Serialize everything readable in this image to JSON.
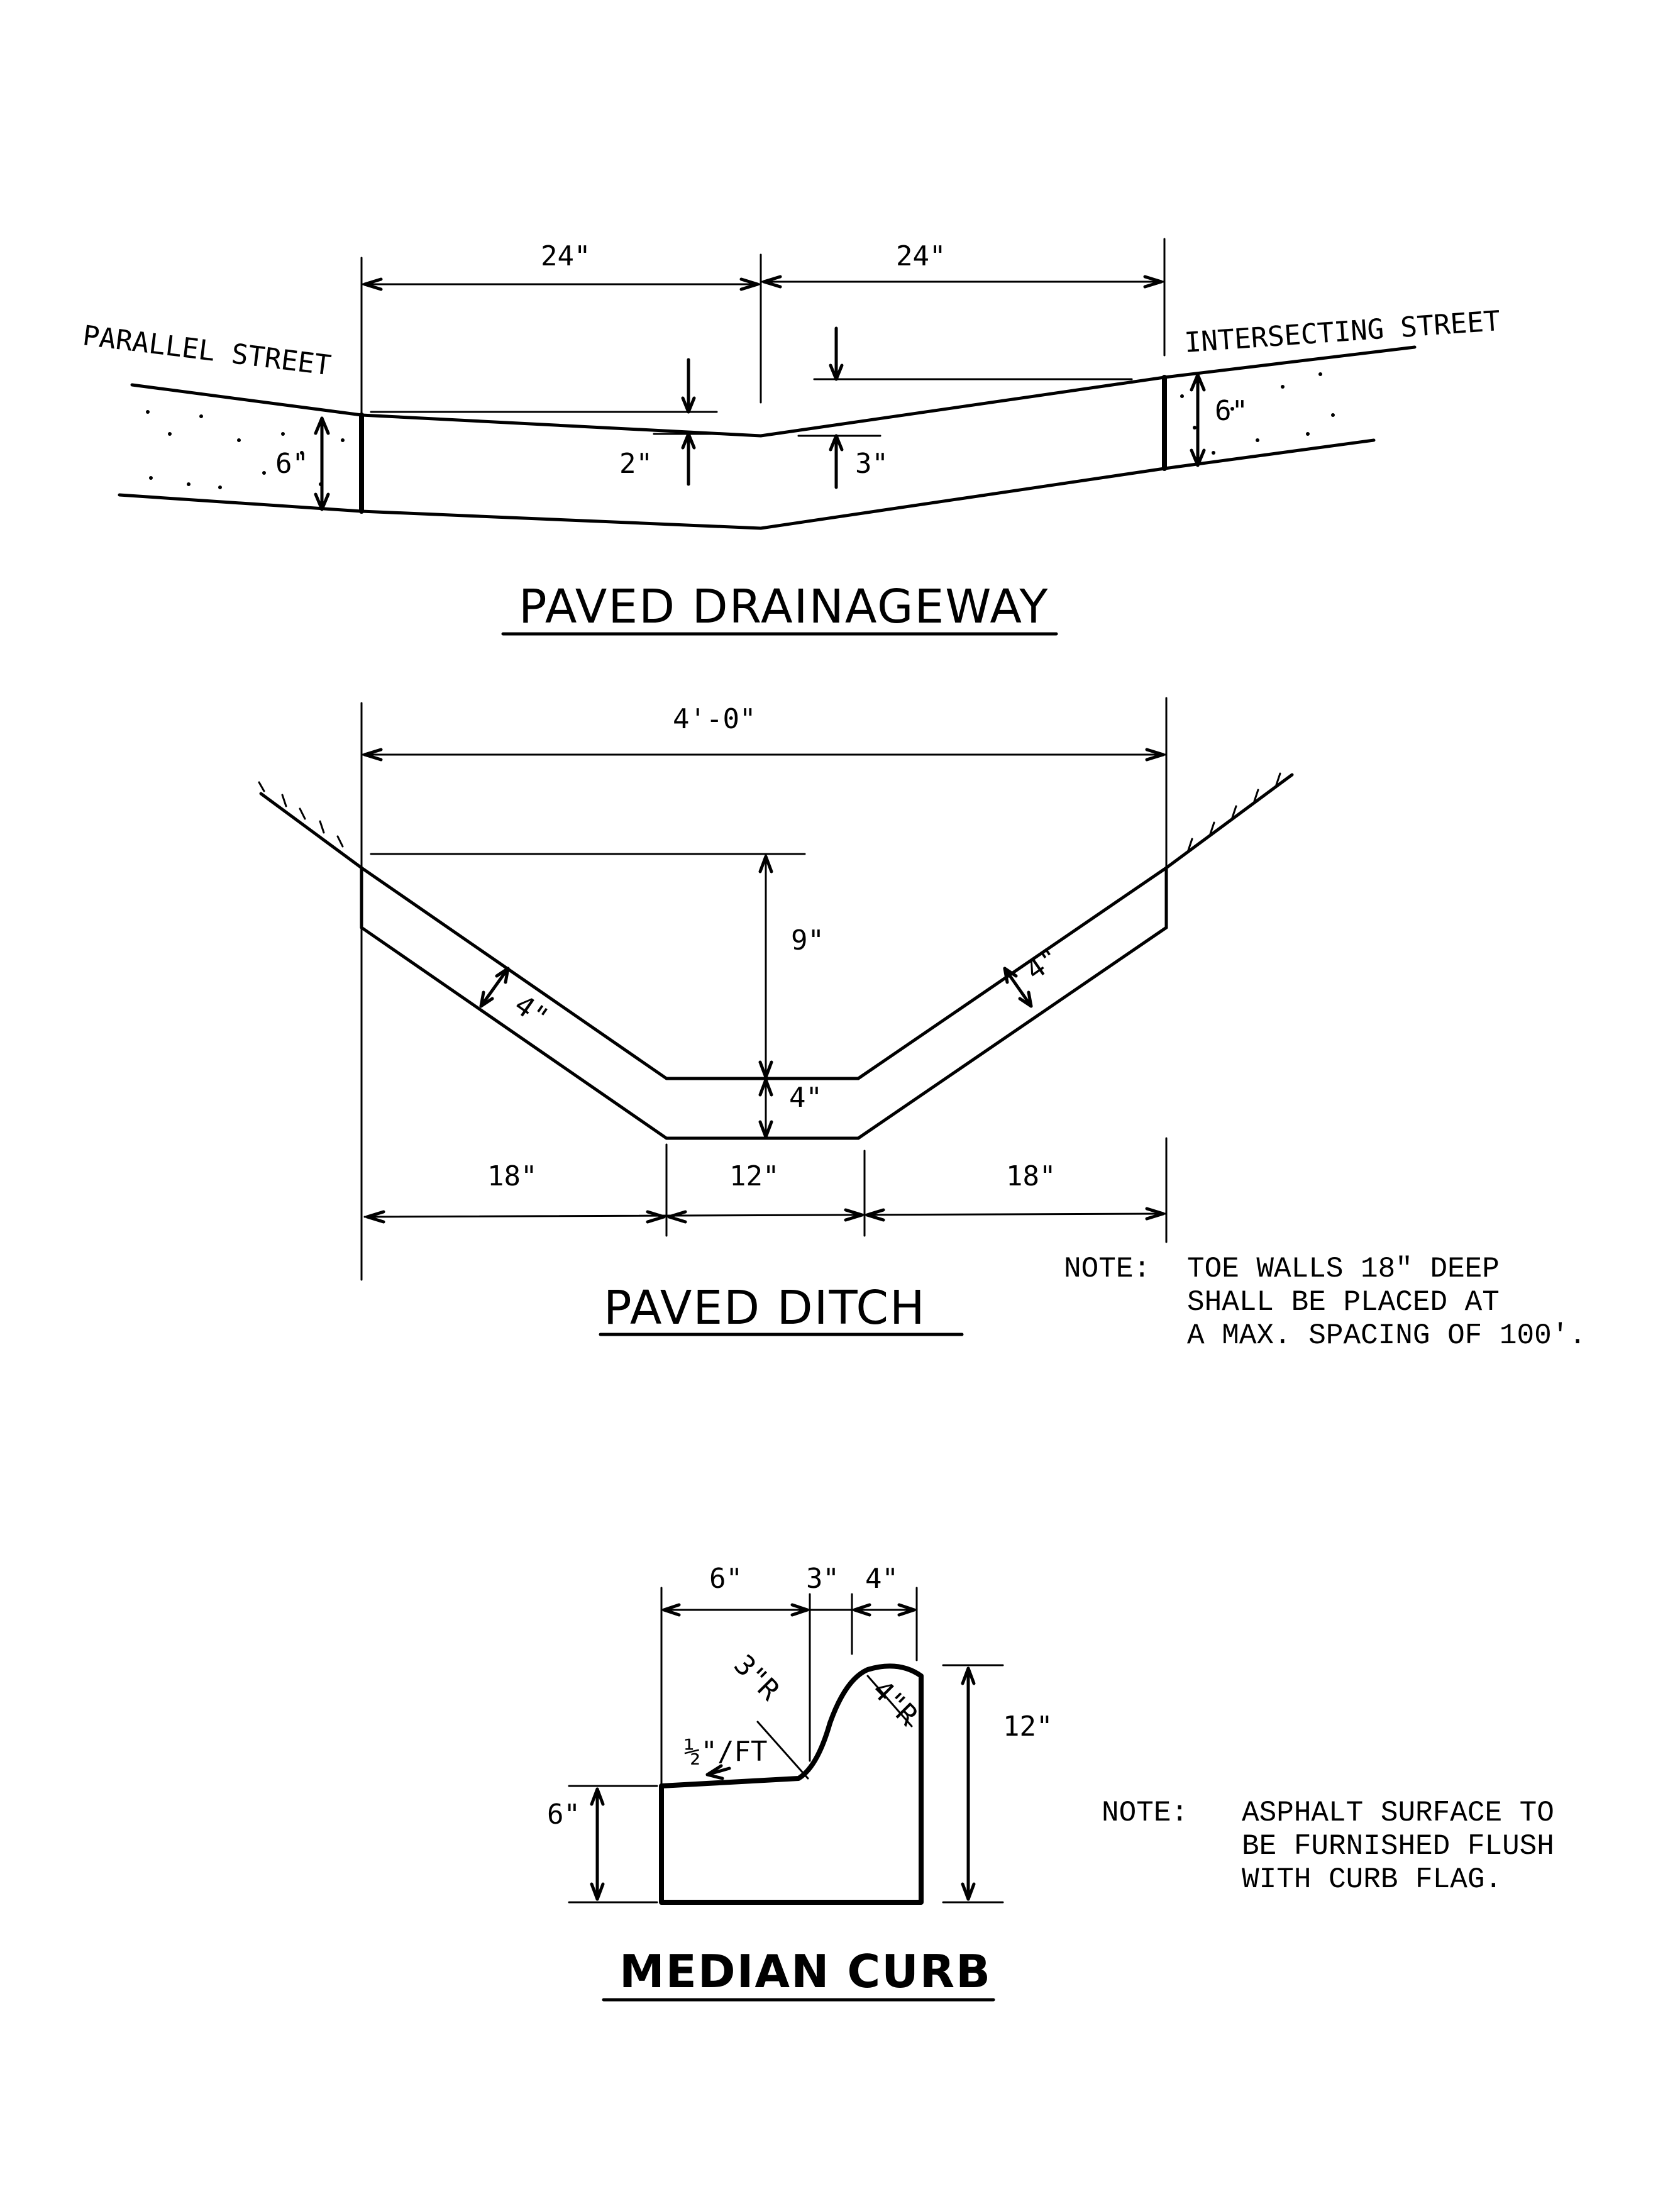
{
  "drainageway": {
    "title": "PAVED DRAINAGEWAY",
    "parallel_street": "PARALLEL STREET",
    "intersecting_street": "INTERSECTING STREET",
    "dim_left_width": "24\"",
    "dim_right_width": "24\"",
    "dim_left_depth": "6\"",
    "dim_right_depth": "6\"",
    "dim_left_drop": "2\"",
    "dim_right_drop": "3\""
  },
  "ditch": {
    "title": "PAVED DITCH",
    "dim_overall": "4'-0\"",
    "dim_depth": "9\"",
    "dim_bottom_thickness": "4\"",
    "dim_left_thickness": "4\"",
    "dim_right_thickness": "4\"",
    "dim_left_base": "18\"",
    "dim_center_base": "12\"",
    "dim_right_base": "18\"",
    "note_label": "NOTE:",
    "note_lines": [
      "TOE WALLS 18\" DEEP",
      "SHALL BE PLACED AT",
      "A MAX. SPACING OF 100'."
    ]
  },
  "curb": {
    "title": "MEDIAN CURB",
    "dim_top_left": "6\"",
    "dim_top_mid": "3\"",
    "dim_top_right": "4\"",
    "dim_radius_3": "3\"R",
    "dim_radius_4": "4\"R",
    "dim_slope": "½\"/FT",
    "dim_flag_height": "6\"",
    "dim_total_height": "12\"",
    "note_label": "NOTE:",
    "note_lines": [
      "ASPHALT SURFACE TO",
      "BE FURNISHED FLUSH",
      "WITH CURB FLAG."
    ]
  }
}
